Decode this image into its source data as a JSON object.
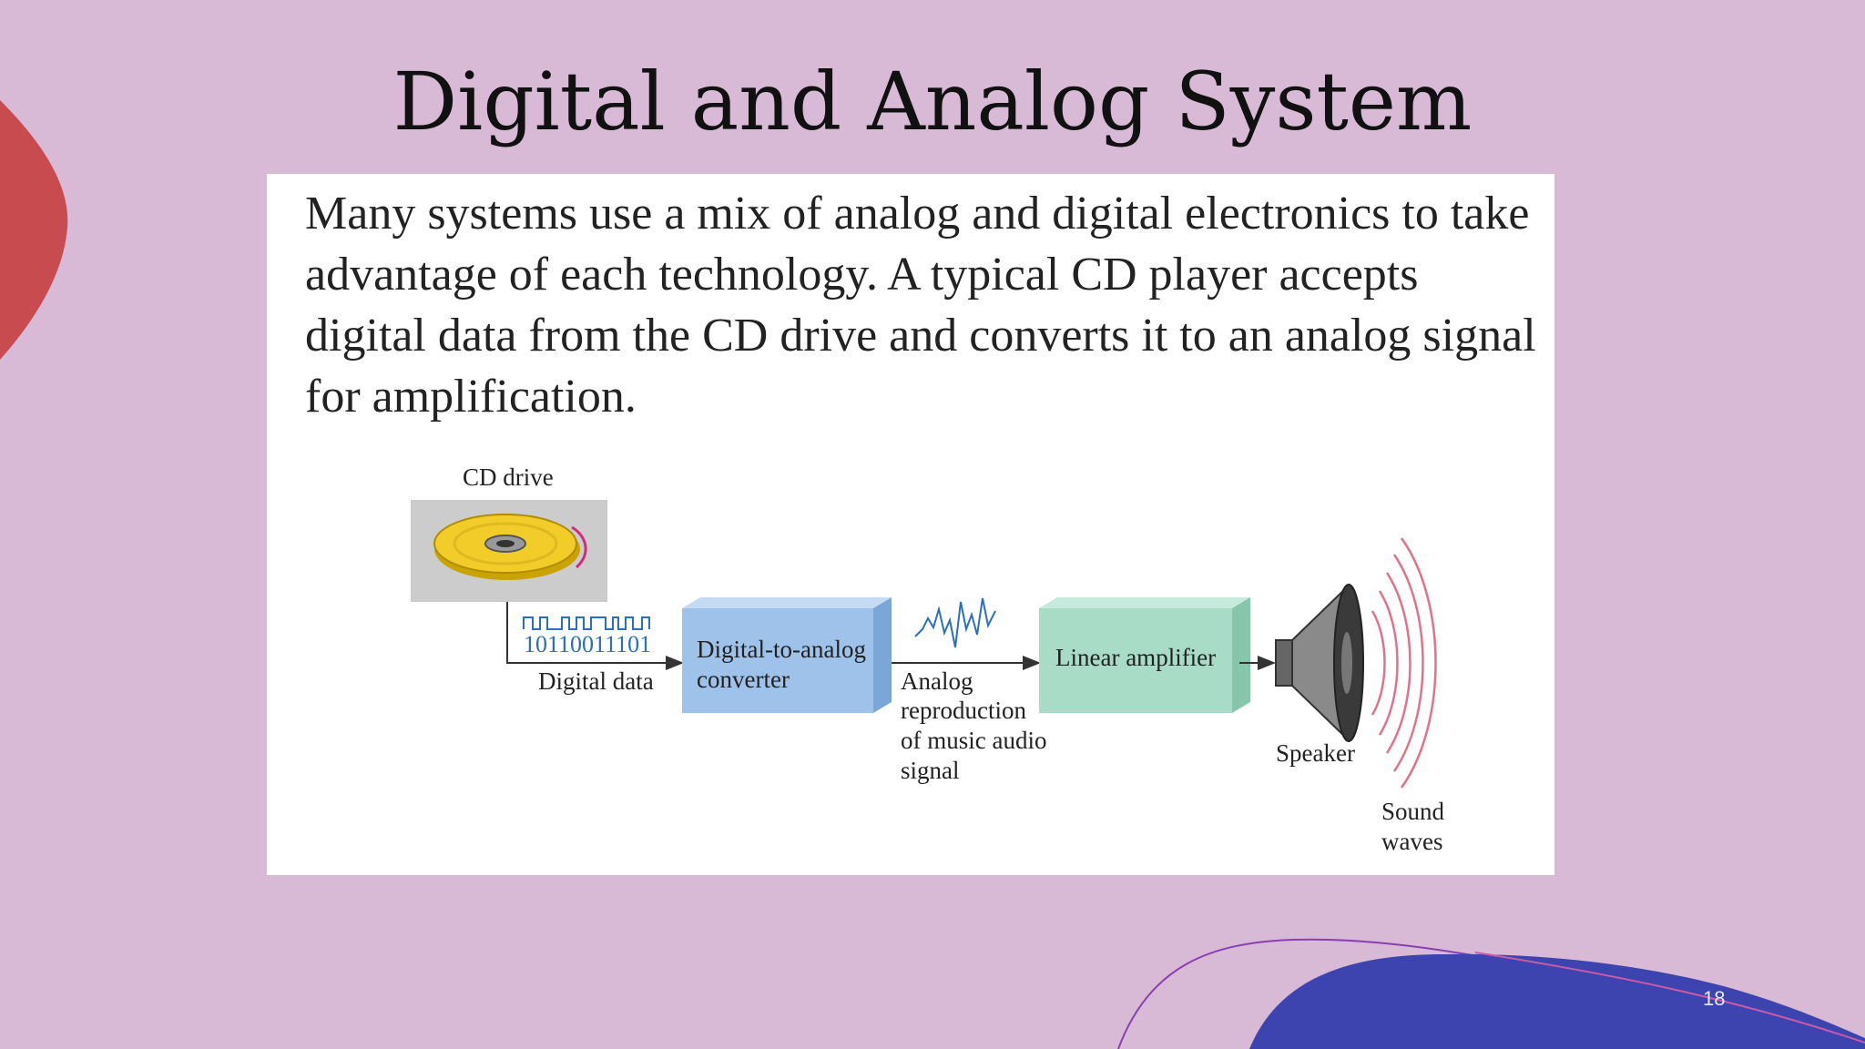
{
  "slide": {
    "title": "Digital and Analog System",
    "page_number": "18"
  },
  "card": {
    "paragraph": "Many systems use a mix of analog and digital electronics to take advantage of each technology. A typical CD player accepts digital data from the CD drive and converts it to an analog signal for amplification."
  },
  "diagram": {
    "cd_drive_label": "CD drive",
    "binary_digits": "10110011101",
    "digital_data_label": "Digital data",
    "dac_label_line1": "Digital-to-analog",
    "dac_label_line2": "converter",
    "analog_label_line1": "Analog",
    "analog_label_line2": "reproduction",
    "analog_label_line3": "of music audio",
    "analog_label_line4": "signal",
    "amplifier_label": "Linear amplifier",
    "speaker_label": "Speaker",
    "sound_label_line1": "Sound",
    "sound_label_line2": "waves"
  },
  "colors": {
    "background": "#d8bad6",
    "red_blob": "#c84b4f",
    "blue_blob": "#3d44b0",
    "dac_block": "#9ec2ea",
    "amp_block": "#a9dcc6",
    "cd_gold": "#f2cd2a",
    "wave_pink": "#e4708a",
    "signal_blue": "#2a6fc2"
  }
}
